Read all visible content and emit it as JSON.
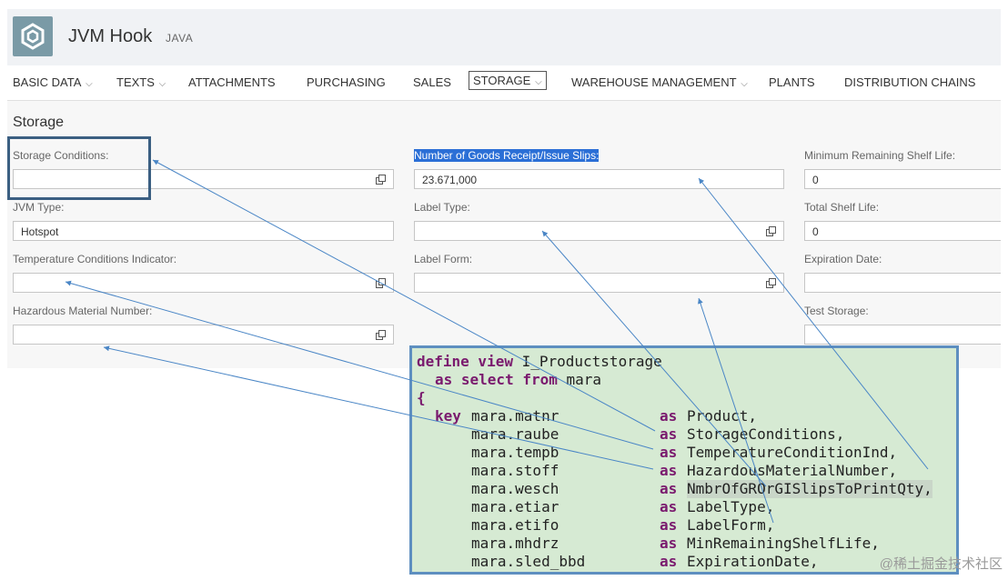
{
  "header": {
    "title": "JVM Hook",
    "subtitle": "JAVA"
  },
  "tabs": [
    {
      "label": "BASIC DATA",
      "dropdown": true
    },
    {
      "label": "TEXTS",
      "dropdown": true
    },
    {
      "label": "ATTACHMENTS",
      "dropdown": false
    },
    {
      "label": "PURCHASING",
      "dropdown": false
    },
    {
      "label": "SALES",
      "dropdown": false
    },
    {
      "label": "STORAGE",
      "dropdown": true,
      "active": true
    },
    {
      "label": "WAREHOUSE MANAGEMENT",
      "dropdown": true
    },
    {
      "label": "PLANTS",
      "dropdown": false
    },
    {
      "label": "DISTRIBUTION CHAINS",
      "dropdown": false
    }
  ],
  "section": {
    "title": "Storage"
  },
  "fields": {
    "storage_conditions": {
      "label": "Storage Conditions:",
      "value": ""
    },
    "jvm_type": {
      "label": "JVM Type:",
      "value": "Hotspot"
    },
    "temp_conditions": {
      "label": "Temperature Conditions Indicator:",
      "value": ""
    },
    "hazardous": {
      "label": "Hazardous Material Number:",
      "value": ""
    },
    "goods_receipt": {
      "label": "Number of Goods Receipt/Issue Slips:",
      "value": "23.671,000"
    },
    "label_type": {
      "label": "Label Type:",
      "value": ""
    },
    "label_form": {
      "label": "Label Form:",
      "value": ""
    },
    "min_shelf_life": {
      "label": "Minimum Remaining Shelf Life:",
      "value": "0"
    },
    "total_shelf_life": {
      "label": "Total Shelf Life:",
      "value": "0"
    },
    "expiration_date": {
      "label": "Expiration Date:",
      "value": ""
    },
    "test_storage": {
      "label": "Test Storage:",
      "value": ""
    }
  },
  "code": {
    "l1_kw": "define view",
    "l1_rest": " I_Productstorage",
    "l2_kw": "as select from",
    "l2_rest": " mara",
    "l3": "{",
    "rows": [
      {
        "left": "mara.matnr",
        "right": "Product,"
      },
      {
        "left": "mara.raube",
        "right": "StorageConditions,"
      },
      {
        "left": "mara.tempb",
        "right": "TemperatureConditionInd,"
      },
      {
        "left": "mara.stoff",
        "right": "HazardousMaterialNumber,"
      },
      {
        "left": "mara.wesch",
        "right": "NmbrOfGROrGISlipsToPrintQty,"
      },
      {
        "left": "mara.etiar",
        "right": "LabelType,"
      },
      {
        "left": "mara.etifo",
        "right": "LabelForm,"
      },
      {
        "left": "mara.mhdrz",
        "right": "MinRemainingShelfLife,"
      },
      {
        "left": "mara.sled_bbd",
        "right": "ExpirationDate,"
      }
    ],
    "key_kw": "key",
    "as_kw": "as"
  },
  "watermark": "@稀土掘金技术社区",
  "colors": {
    "accent": "#2b6fd6",
    "code_bg": "#d6ead3",
    "code_border": "#5e8fc0",
    "keyword": "#7a1a6e"
  }
}
